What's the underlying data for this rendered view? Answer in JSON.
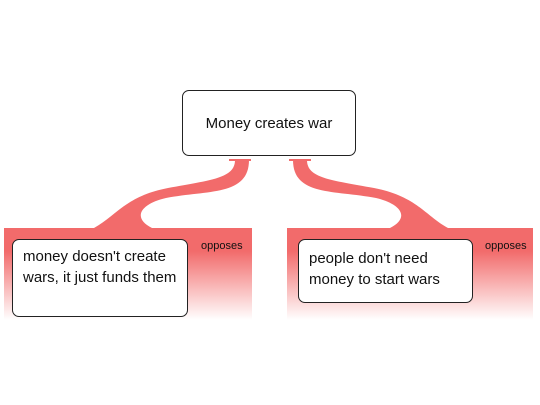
{
  "claim": {
    "text": "Money creates war"
  },
  "objections": [
    {
      "text": "money doesn't create wars, it just funds them",
      "relation": "opposes"
    },
    {
      "text": "people don't need money to start wars",
      "relation": "opposes"
    }
  ],
  "colors": {
    "connector": "#f26b6b",
    "panel_top": "#f26b6b",
    "panel_bottom": "#ffffff"
  }
}
